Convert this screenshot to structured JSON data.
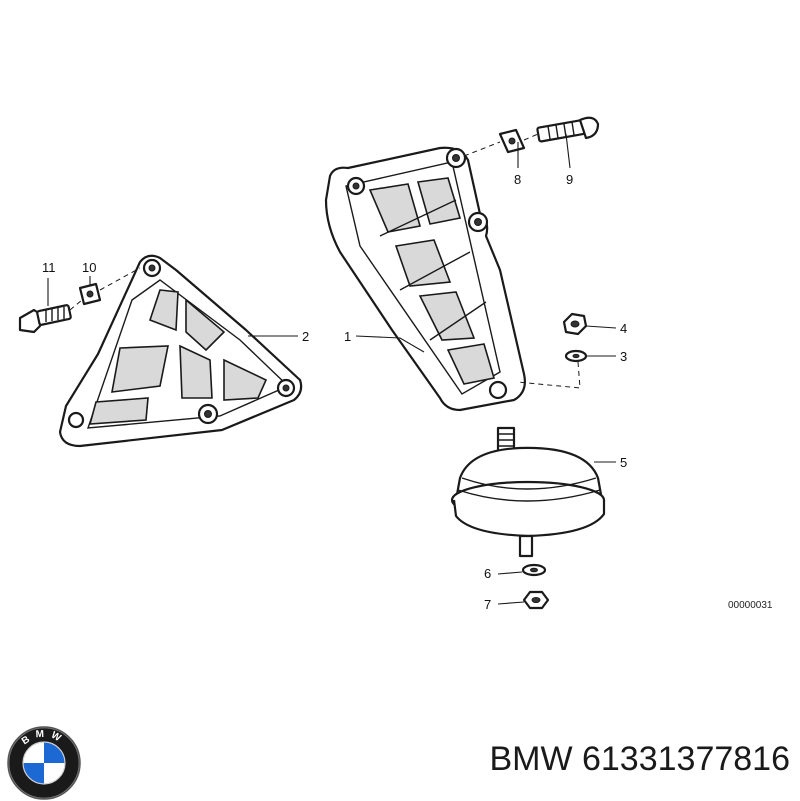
{
  "diagram": {
    "callouts": [
      {
        "id": "1",
        "label": "1"
      },
      {
        "id": "2",
        "label": "2"
      },
      {
        "id": "3",
        "label": "3"
      },
      {
        "id": "4",
        "label": "4"
      },
      {
        "id": "5",
        "label": "5"
      },
      {
        "id": "6",
        "label": "6"
      },
      {
        "id": "7",
        "label": "7"
      },
      {
        "id": "8",
        "label": "8"
      },
      {
        "id": "9",
        "label": "9"
      },
      {
        "id": "10",
        "label": "10"
      },
      {
        "id": "11",
        "label": "11"
      }
    ],
    "drawing_code": "00000031"
  },
  "logo": {
    "letters": "BMW",
    "colors": {
      "ring": "#1a1a1a",
      "blue": "#1c69d4",
      "white": "#ffffff"
    }
  },
  "caption": {
    "brand": "BMW",
    "part_number": "61331377816",
    "text": "BMW 61331377816"
  },
  "colors": {
    "line": "#1a1a1a",
    "background": "#ffffff"
  }
}
